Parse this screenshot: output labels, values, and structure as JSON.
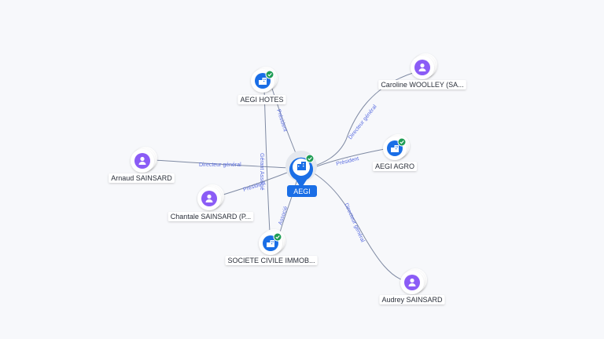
{
  "center": {
    "label": "AEGI",
    "icon": "building-icon",
    "verified": true,
    "color": "#1a6ee6"
  },
  "nodes": [
    {
      "id": "aegi-hotes",
      "label": "AEGI HOTES",
      "type": "company",
      "verified": true
    },
    {
      "id": "caroline",
      "label": "Caroline WOOLLEY (SA...",
      "type": "person",
      "verified": false
    },
    {
      "id": "aegi-agro",
      "label": "AEGI AGRO",
      "type": "company",
      "verified": true
    },
    {
      "id": "arnaud",
      "label": "Arnaud SAINSARD",
      "type": "person",
      "verified": false
    },
    {
      "id": "chantale",
      "label": "Chantale SAINSARD (P...",
      "type": "person",
      "verified": false
    },
    {
      "id": "sci",
      "label": "SOCIETE CIVILE IMMOB...",
      "type": "company",
      "verified": true
    },
    {
      "id": "audrey",
      "label": "Audrey SAINSARD",
      "type": "person",
      "verified": false
    }
  ],
  "edges": [
    {
      "from": "aegi-hotes",
      "label": "Président"
    },
    {
      "from": "caroline",
      "label": "Directeur général"
    },
    {
      "from": "aegi-agro",
      "label": "Président"
    },
    {
      "from": "arnaud",
      "label": "Directeur général"
    },
    {
      "from": "chantale",
      "label": "Président"
    },
    {
      "from": "sci",
      "label": "Associé"
    },
    {
      "from": "audrey",
      "label": "Directeur général"
    },
    {
      "from": "aegi-hotes-sci",
      "label": "Gérant Associé"
    }
  ],
  "colors": {
    "company": "#1a6ee6",
    "person": "#8b5cf6",
    "check": "#1f9d55",
    "edge": "#7f8aa3",
    "edge_label": "#5b6ee1"
  }
}
